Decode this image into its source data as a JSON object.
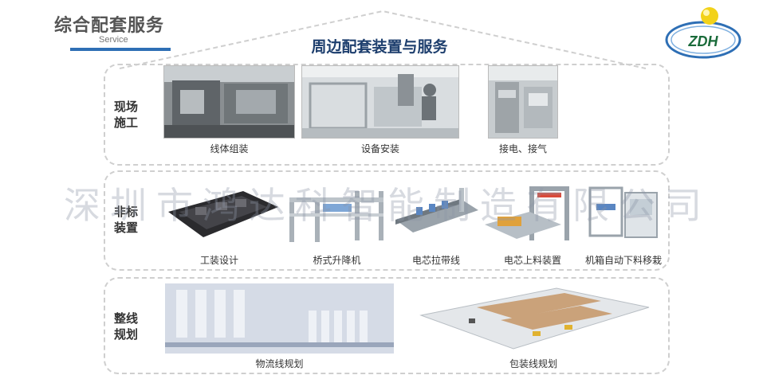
{
  "header": {
    "title": "综合配套服务",
    "subtitle": "Service"
  },
  "main_title": "周边配套装置与服务",
  "logo": {
    "text": "ZDH"
  },
  "watermark": "深圳市鸿达科智能制造有限公司",
  "sections": [
    {
      "label_line1": "现场",
      "label_line2": "施工",
      "items": [
        {
          "caption": "线体组装"
        },
        {
          "caption": "设备安装"
        },
        {
          "caption": "接电、接气"
        }
      ]
    },
    {
      "label_line1": "非标",
      "label_line2": "装置",
      "items": [
        {
          "caption": "工装设计"
        },
        {
          "caption": "桥式升降机"
        },
        {
          "caption": "电芯拉带线"
        },
        {
          "caption": "电芯上料装置"
        },
        {
          "caption": "机箱自动下料移栽"
        }
      ]
    },
    {
      "label_line1": "整线",
      "label_line2": "规划",
      "items": [
        {
          "caption": "物流线规划"
        },
        {
          "caption": "包装线规划"
        }
      ]
    }
  ],
  "colors": {
    "accent": "#2e6fb5",
    "title": "#1e3f6e",
    "logo_ball": "#f2d21a",
    "logo_text": "#1a6b3a"
  }
}
